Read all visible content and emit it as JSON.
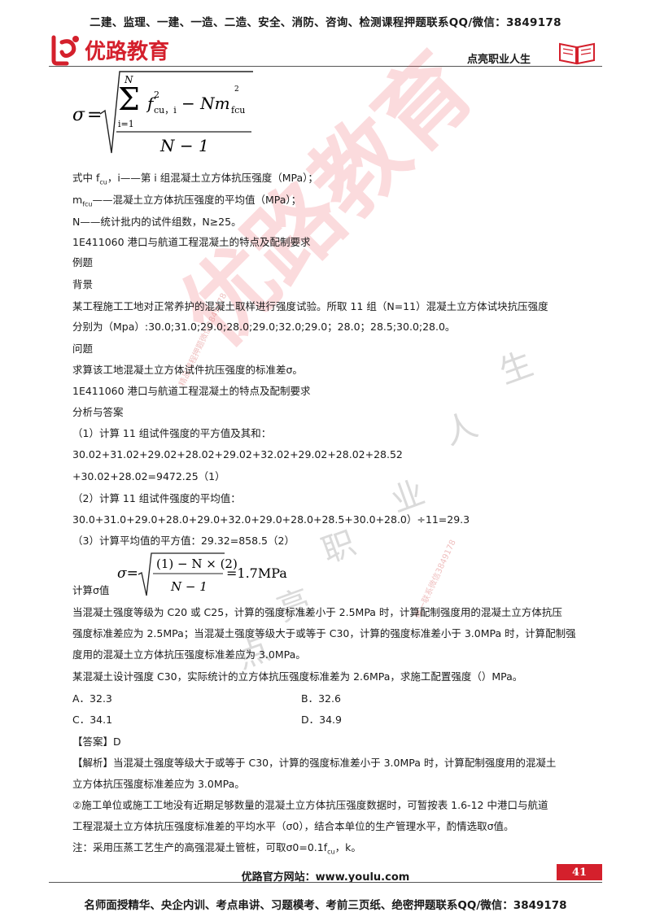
{
  "header": {
    "banner": "二建、监理、一建、一造、二造、安全、消防、咨询、检测课程押题联系QQ/微信：3849178",
    "brand": "优路教育",
    "slogan": "点亮职业人生"
  },
  "formula1": {
    "sigma": "σ",
    "eq": "=",
    "sum_top": "N",
    "sum_bottom": "i=1",
    "f": "f",
    "f_sup": "2",
    "f_sub": "cu，i",
    "minus_nm": "− Nm",
    "m_sup": "2",
    "m_sub": "fcu",
    "denominator": "N − 1"
  },
  "lines": {
    "l1a": "式中 f",
    "l1_sub": "cu",
    "l1b": "，i——第 i 组混凝土立方体抗压强度（MPa）；",
    "l2a": "m",
    "l2_sub": "fcu",
    "l2b": "——混凝土立方体抗压强度的平均值（MPa）；",
    "l3": "N——统计批内的试件组数，N≥25。",
    "l4": "1E411060 港口与航道工程混凝土的特点及配制要求",
    "l5": "例题",
    "l6": "背景",
    "l7": "某工程施工工地对正常养护的混凝土取样进行强度试验。所取 11 组（N=11）混凝土立方体试块抗压强度",
    "l8": "分别为（Mpa）:30.0;31.0;29.0;28.0;29.0;32.0;29.0；28.0；28.5;30.0;28.0。",
    "l9": "问题",
    "l10": "求算该工地混凝土立方体试件抗压强度的标准差σ。",
    "l11": "1E411060 港口与航道工程混凝土的特点及配制要求",
    "l12": "分析与答案",
    "l13": "（1）计算 11 组试件强度的平方值及其和：",
    "l14": "30.02+31.02+29.02+28.02+29.02+32.02+29.02+28.02+28.52",
    "l15": "+30.02+28.02=9472.25（1）",
    "l16": "（2）计算 11 组试件强度的平均值：",
    "l17": "30.0+31.0+29.0+28.0+29.0+32.0+29.0+28.0+28.5+30.0+28.0）÷11=29.3",
    "l18": "（3）计算平均值的平方值：29.32=858.5（2）",
    "l19": "计算σ值",
    "l20": "当混凝土强度等级为 C20 或 C25，计算的强度标准差小于 2.5MPa 时，计算配制强度用的混凝土立方体抗压",
    "l21": "强度标准差应为 2.5MPa；当混凝土强度等级大于或等于 C30，计算的强度标准差小于 3.0MPa 时，计算配制强",
    "l22": "度用的混凝土立方体抗压强度标准差应为 3.0MPa。",
    "l23": "某混凝土设计强度 C30，实际统计的立方体抗压强度标准差为 2.6MPa，求施工配置强度（）MPa。",
    "optA": "A．32.3",
    "optB": "B．32.6",
    "optC": "C．34.1",
    "optD": "D．34.9",
    "answer": "【答案】D",
    "analysis1": "【解析】当混凝土强度等级大于或等于 C30，计算的强度标准差小于 3.0MPa 时，计算配制强度用的混凝土",
    "analysis2": "立方体抗压强度标准差应为 3.0MPa。",
    "n1": "②施工单位或施工工地没有近期足够数量的混凝土立方体抗压强度数据时，可暂按表 1.6-12 中港口与航道",
    "n2": "工程混凝土立方体抗压强度标准差的平均水平（σ0），结合本单位的生产管理水平，酌情选取σ值。",
    "n3a": "注：采用压蒸工艺生产的高强混凝土管桩，可取σ0=0.1f",
    "n3_sub": "cu",
    "n3b": "，k。"
  },
  "formula2": {
    "lhs": "σ=",
    "numerator": "(1) − N × (2)",
    "denominator": "N − 1",
    "result": "=1.7MPa"
  },
  "watermark": {
    "big": "优路教育",
    "c1": "人",
    "c2": "生",
    "c3": "职",
    "c4": "业",
    "c5": "点",
    "c6": "亮",
    "t1": "精品课程押题微信3849178",
    "t2": "唯一联系微信3849178"
  },
  "footer": {
    "site": "优路官方网站：www.youlu.com",
    "page": "41",
    "banner": "名师面授精华、央企内训、考点串讲、习题模考、考前三页纸、绝密押题联系QQ/微信：3849178"
  },
  "colors": {
    "brand_red": "#d4202c"
  }
}
